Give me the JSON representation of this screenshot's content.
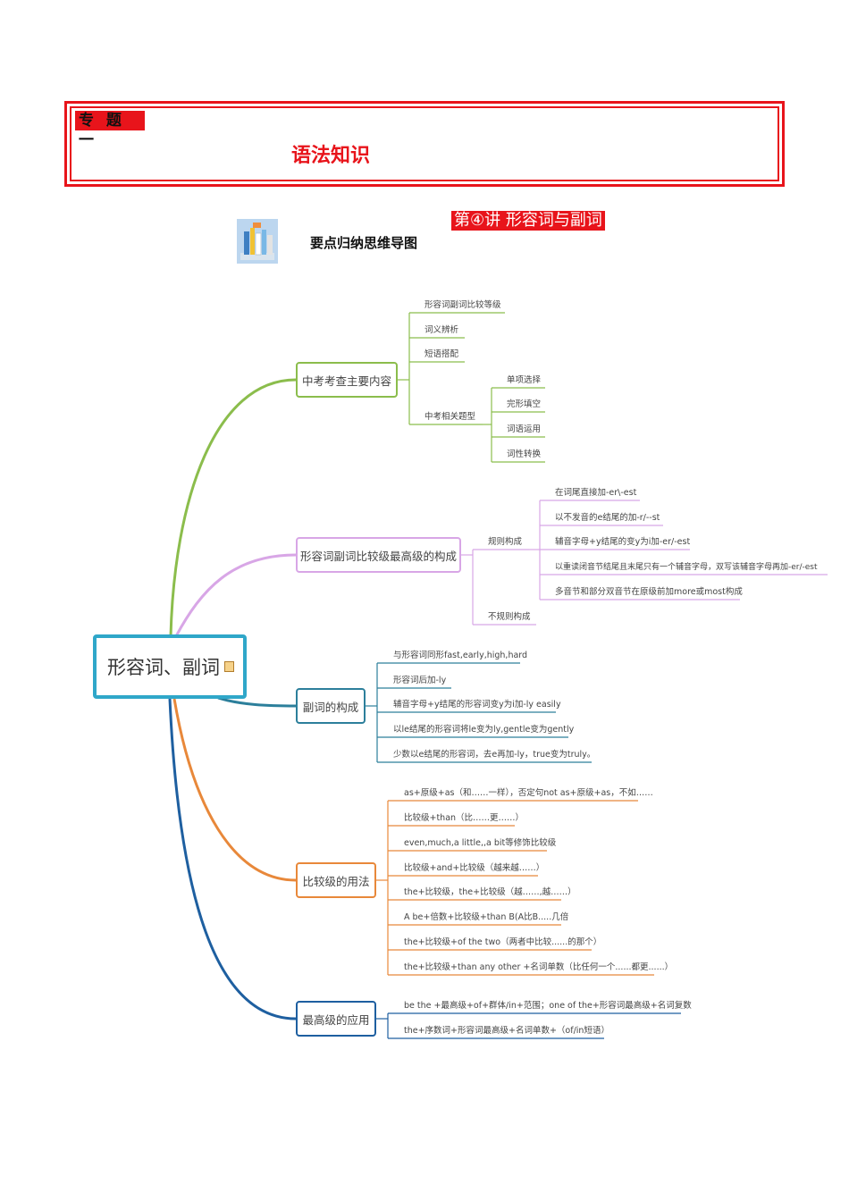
{
  "header": {
    "tag": "专 题 一",
    "title": "语法知识",
    "lecture": "第④讲 形容词与副词",
    "subtitle": "要点归纳思维导图"
  },
  "mindmap": {
    "root": "形容词、副词",
    "branches": [
      {
        "label": "中考考查主要内容",
        "color": "#8bbd4c",
        "items": [
          {
            "label": "形容词副词比较等级"
          },
          {
            "label": "词义辨析"
          },
          {
            "label": "短语搭配"
          },
          {
            "label": "中考相关题型",
            "children": [
              "单项选择",
              "完形填空",
              "词语运用",
              "词性转换"
            ]
          }
        ]
      },
      {
        "label": "形容词副词比较级最高级的构成",
        "color": "#d8a6e6",
        "items": [
          {
            "label": "规则构成",
            "children": [
              "在词尾直接加-er\\-est",
              "以不发音的e结尾的加-r/--st",
              "辅音字母+y结尾的变y为i加-er/-est",
              "以重读闭音节结尾且末尾只有一个辅音字母，双写该辅音字母再加-er/-est",
              "多音节和部分双音节在原级前加more或most构成"
            ]
          },
          {
            "label": "不规则构成"
          }
        ]
      },
      {
        "label": "副词的构成",
        "color": "#2c7f9b",
        "items": [
          {
            "label": "与形容词同形fast,early,high,hard"
          },
          {
            "label": "形容词后加-ly"
          },
          {
            "label": "辅音字母+y结尾的形容词变y为i加-ly easily"
          },
          {
            "label": "以le结尾的形容词将le变为ly,gentle变为gently"
          },
          {
            "label": "少数以e结尾的形容词，去e再加-ly，true变为truly。"
          }
        ]
      },
      {
        "label": "比较级的用法",
        "color": "#e8883a",
        "items": [
          {
            "label": "as+原级+as（和……一样），否定句not as+原级+as，不如……"
          },
          {
            "label": "比较级+than（比……更……）"
          },
          {
            "label": "even,much,a little,,a bit等修饰比较级"
          },
          {
            "label": "比较级+and+比较级（越来越……）"
          },
          {
            "label": "the+比较级，the+比较级（越……,越……）"
          },
          {
            "label": "A be+倍数+比较级+than B(A比B.....几倍"
          },
          {
            "label": "the+比较级+of the two（两者中比较......的那个）"
          },
          {
            "label": "the+比较级+than any other +名词单数（比任何一个......都更......）"
          }
        ]
      },
      {
        "label": "最高级的应用",
        "color": "#1e5fa0",
        "items": [
          {
            "label": "be the +最高级+of+群体/in+范围；one of the+形容词最高级+名词复数"
          },
          {
            "label": "the+序数词+形容词最高级+名词单数+（of/in短语）"
          }
        ]
      }
    ]
  }
}
